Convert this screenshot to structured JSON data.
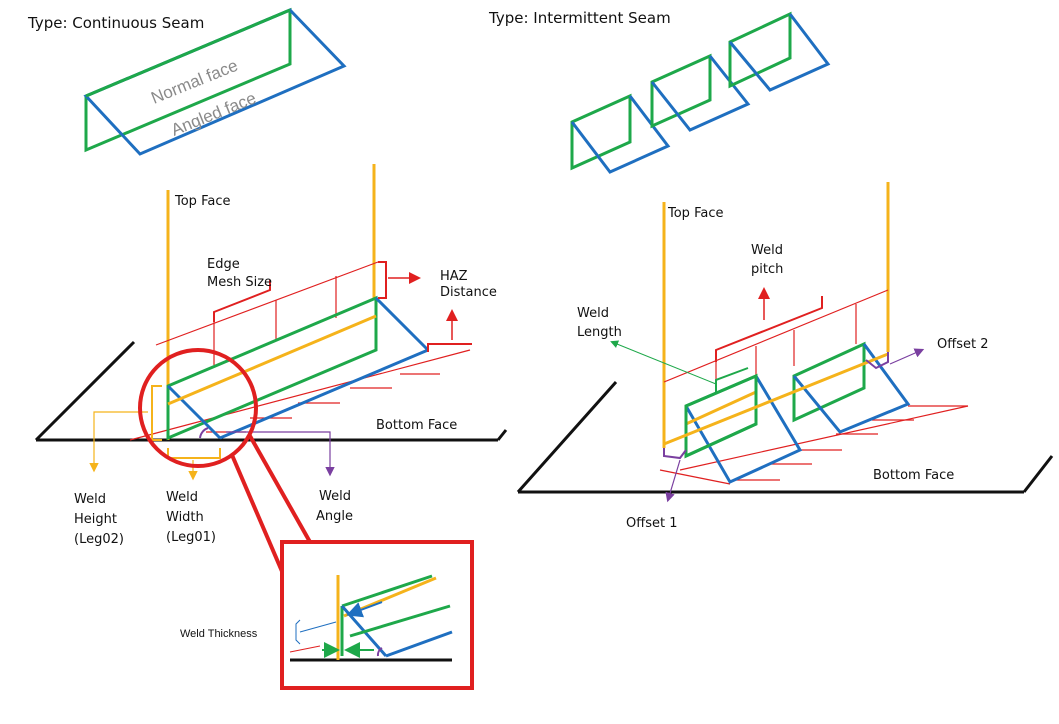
{
  "left": {
    "title": "Type: Continuous Seam",
    "normal_face": "Normal face",
    "angled_face": "Angled face",
    "top_face": "Top Face",
    "edge_mesh_1": "Edge",
    "edge_mesh_2": "Mesh Size",
    "haz_1": "HAZ",
    "haz_2": "Distance",
    "bottom_face": "Bottom Face",
    "weld_height": [
      "Weld",
      "Height",
      "(Leg02)"
    ],
    "weld_width": [
      "Weld",
      "Width",
      "(Leg01)"
    ],
    "weld_angle": [
      "Weld",
      "Angle"
    ],
    "weld_thickness": "Weld Thickness"
  },
  "right": {
    "title": "Type: Intermittent Seam",
    "top_face": "Top Face",
    "weld_pitch_1": "Weld",
    "weld_pitch_2": "pitch",
    "weld_length_1": "Weld",
    "weld_length_2": "Length",
    "offset_2": "Offset 2",
    "offset_1": "Offset 1",
    "bottom_face": "Bottom Face"
  },
  "colors": {
    "green": "#1ea84a",
    "blue": "#1f6fc0",
    "orange": "#f5b31b",
    "red": "#e02020",
    "purple": "#7a3fa0",
    "black": "#111111",
    "callout": "#e02020"
  }
}
